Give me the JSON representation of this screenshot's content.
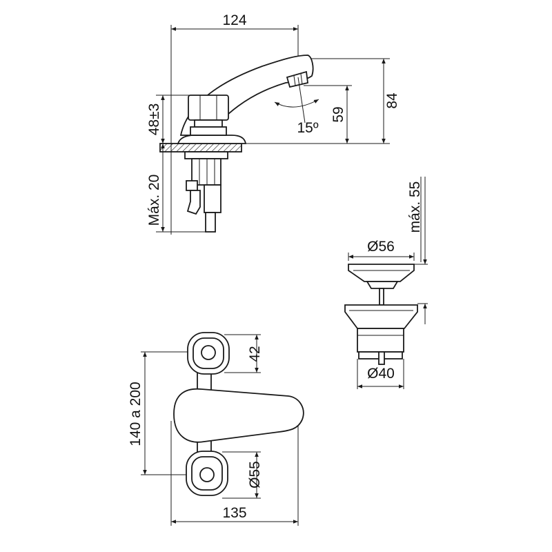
{
  "faucet_side_view": {
    "width_dim": "124",
    "height_dim": "84",
    "spout_height_dim": "59",
    "spout_angle": "15º",
    "base_height_dim": "48±3",
    "max_below_dim": "Máx. 20"
  },
  "drain": {
    "max_depth_dim": "máx. 55",
    "top_diameter": "Ø56",
    "bottom_diameter": "Ø40"
  },
  "top_view": {
    "handle_size_dim": "42",
    "spacing_dim": "140 a 200",
    "rosette_diameter": "Ø55",
    "width_dim": "135"
  }
}
